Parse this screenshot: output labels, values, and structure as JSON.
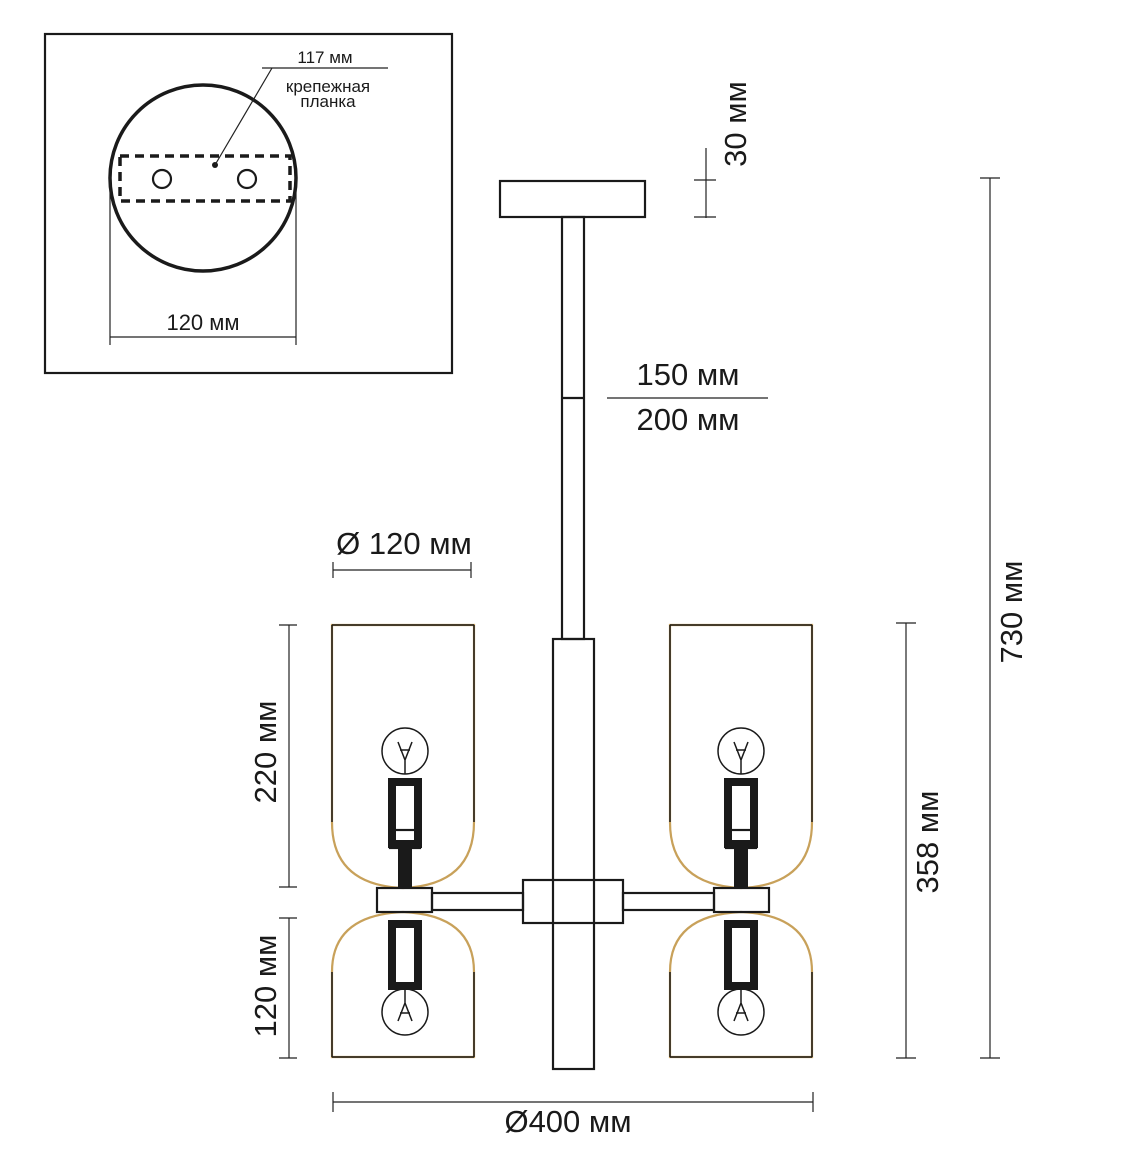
{
  "labels": {
    "plate_width": "117 мм",
    "plate_name_line1": "крепежная",
    "plate_name_line2": "планка",
    "canopy_diameter": "120 мм",
    "canopy_height": "30 мм",
    "rod_length_1": "150 мм",
    "rod_length_2": "200 мм",
    "shade_diameter": "Ø 120 мм",
    "upper_shade_height": "220 мм",
    "lower_shade_height": "120 мм",
    "body_height": "358 мм",
    "total_height": "730 мм",
    "total_diameter": "Ø400 мм"
  },
  "colors": {
    "line": "#1a1a1a",
    "glass": "#c8a15a",
    "background": "#ffffff"
  }
}
